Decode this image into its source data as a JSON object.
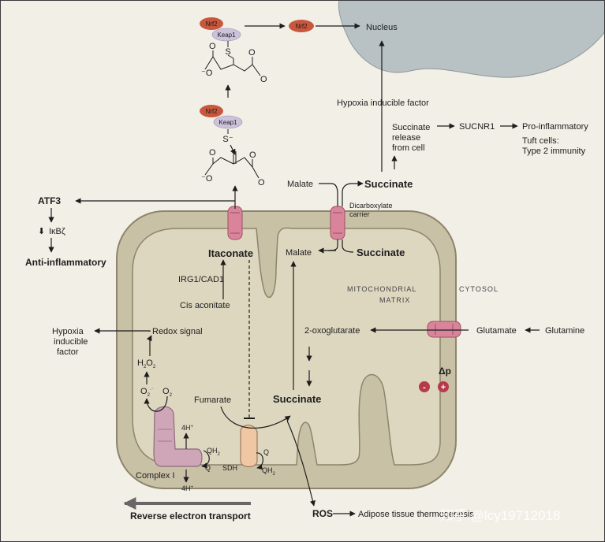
{
  "colors": {
    "background": "#f2efe6",
    "nucleus": "#b8c1c4",
    "membrane_outer": "#a89f85",
    "matrix": "#ddd6bf",
    "transporter": "#d9849a",
    "nrf2": "#c8573d",
    "keap1": "#cdc2dc",
    "complex_i": "#cfa6b8",
    "sdh": "#efc7a3",
    "charge_marker": "#b53a4a"
  },
  "labels": {
    "nucleus": "Nucleus",
    "nrf2": "Nrf2",
    "keap1": "Keap1",
    "sulfur": "S",
    "sulfur_anion": "S",
    "minus_o": "O",
    "hif_top": "Hypoxia inducible factor",
    "succinate_release": [
      "Succinate",
      "release",
      "from cell"
    ],
    "sucnr1": "SUCNR1",
    "pro_inflammatory": "Pro-inflammatory",
    "tuft_cells": [
      "Tuft cells:",
      "Type 2 immunity"
    ],
    "malate_outside": "Malate",
    "succinate_outside": "Succinate",
    "dicarboxylate_carrier": [
      "Dicarboxylate",
      "carrier"
    ],
    "atf3": "ATF3",
    "ikbz": "IκBζ",
    "anti_inflammatory": "Anti-inflammatory",
    "itaconate": "Itaconate",
    "irg1": "IRG1/CAD1",
    "cis_aconitate": "Cis aconitate",
    "malate_inside": "Malate",
    "succinate_inside": "Succinate",
    "mito_matrix": [
      "MITOCHONDRIAL",
      "MATRIX"
    ],
    "cytosol": "CYTOSOL",
    "hif_left": [
      "Hypoxia",
      "inducible",
      "factor"
    ],
    "redox_signal": "Redox signal",
    "h2o2": "H",
    "o2_radical": "O",
    "o2": "O",
    "oxoglutarate": "2-oxoglutarate",
    "glutamate": "Glutamate",
    "glutamine": "Glutamine",
    "delta_p": "Δp",
    "minus": "-",
    "plus": "+",
    "fumarate": "Fumarate",
    "succinate_center": "Succinate",
    "four_h_top": "4H",
    "qh2": "QH",
    "q": "Q",
    "complex_i": "Complex I",
    "four_h_bottom": "4H",
    "sdh": "SDH",
    "sdh_q": "Q",
    "sdh_qh2": "QH",
    "ros": "ROS",
    "adipose": "Adipose tissue thermogenesis",
    "reverse_electron": "Reverse electron transport",
    "watermark": "知乎 @lcy19712018"
  }
}
